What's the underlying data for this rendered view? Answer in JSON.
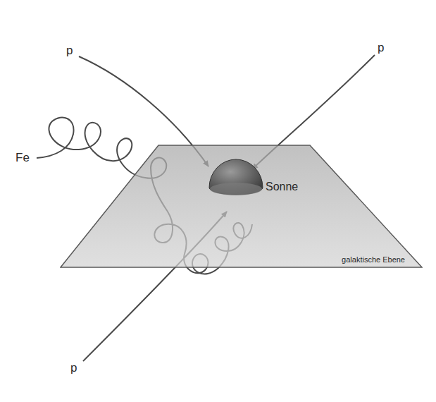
{
  "diagram": {
    "nodes": [
      {
        "text": [
          "galaktische Ebene"
        ]
      },
      {
        "text": [
          "Sonne"
        ]
      }
    ],
    "labels": [
      "p",
      "p",
      "p",
      "Fe"
    ]
  }
}
